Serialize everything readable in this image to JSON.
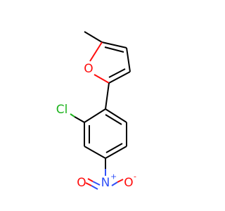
{
  "molecule": {
    "atoms": {
      "cl": {
        "symbol": "Cl",
        "color": "#1db31d"
      },
      "o_furan": {
        "symbol": "O",
        "color": "#ff0d0d"
      },
      "n_nitro": {
        "symbol": "N",
        "charge": "+",
        "color": "#3050f8"
      },
      "o_nitro_left": {
        "symbol": "O",
        "color": "#ff0d0d"
      },
      "o_nitro_right": {
        "symbol": "O",
        "charge": "-",
        "color": "#ff0d0d"
      }
    }
  }
}
